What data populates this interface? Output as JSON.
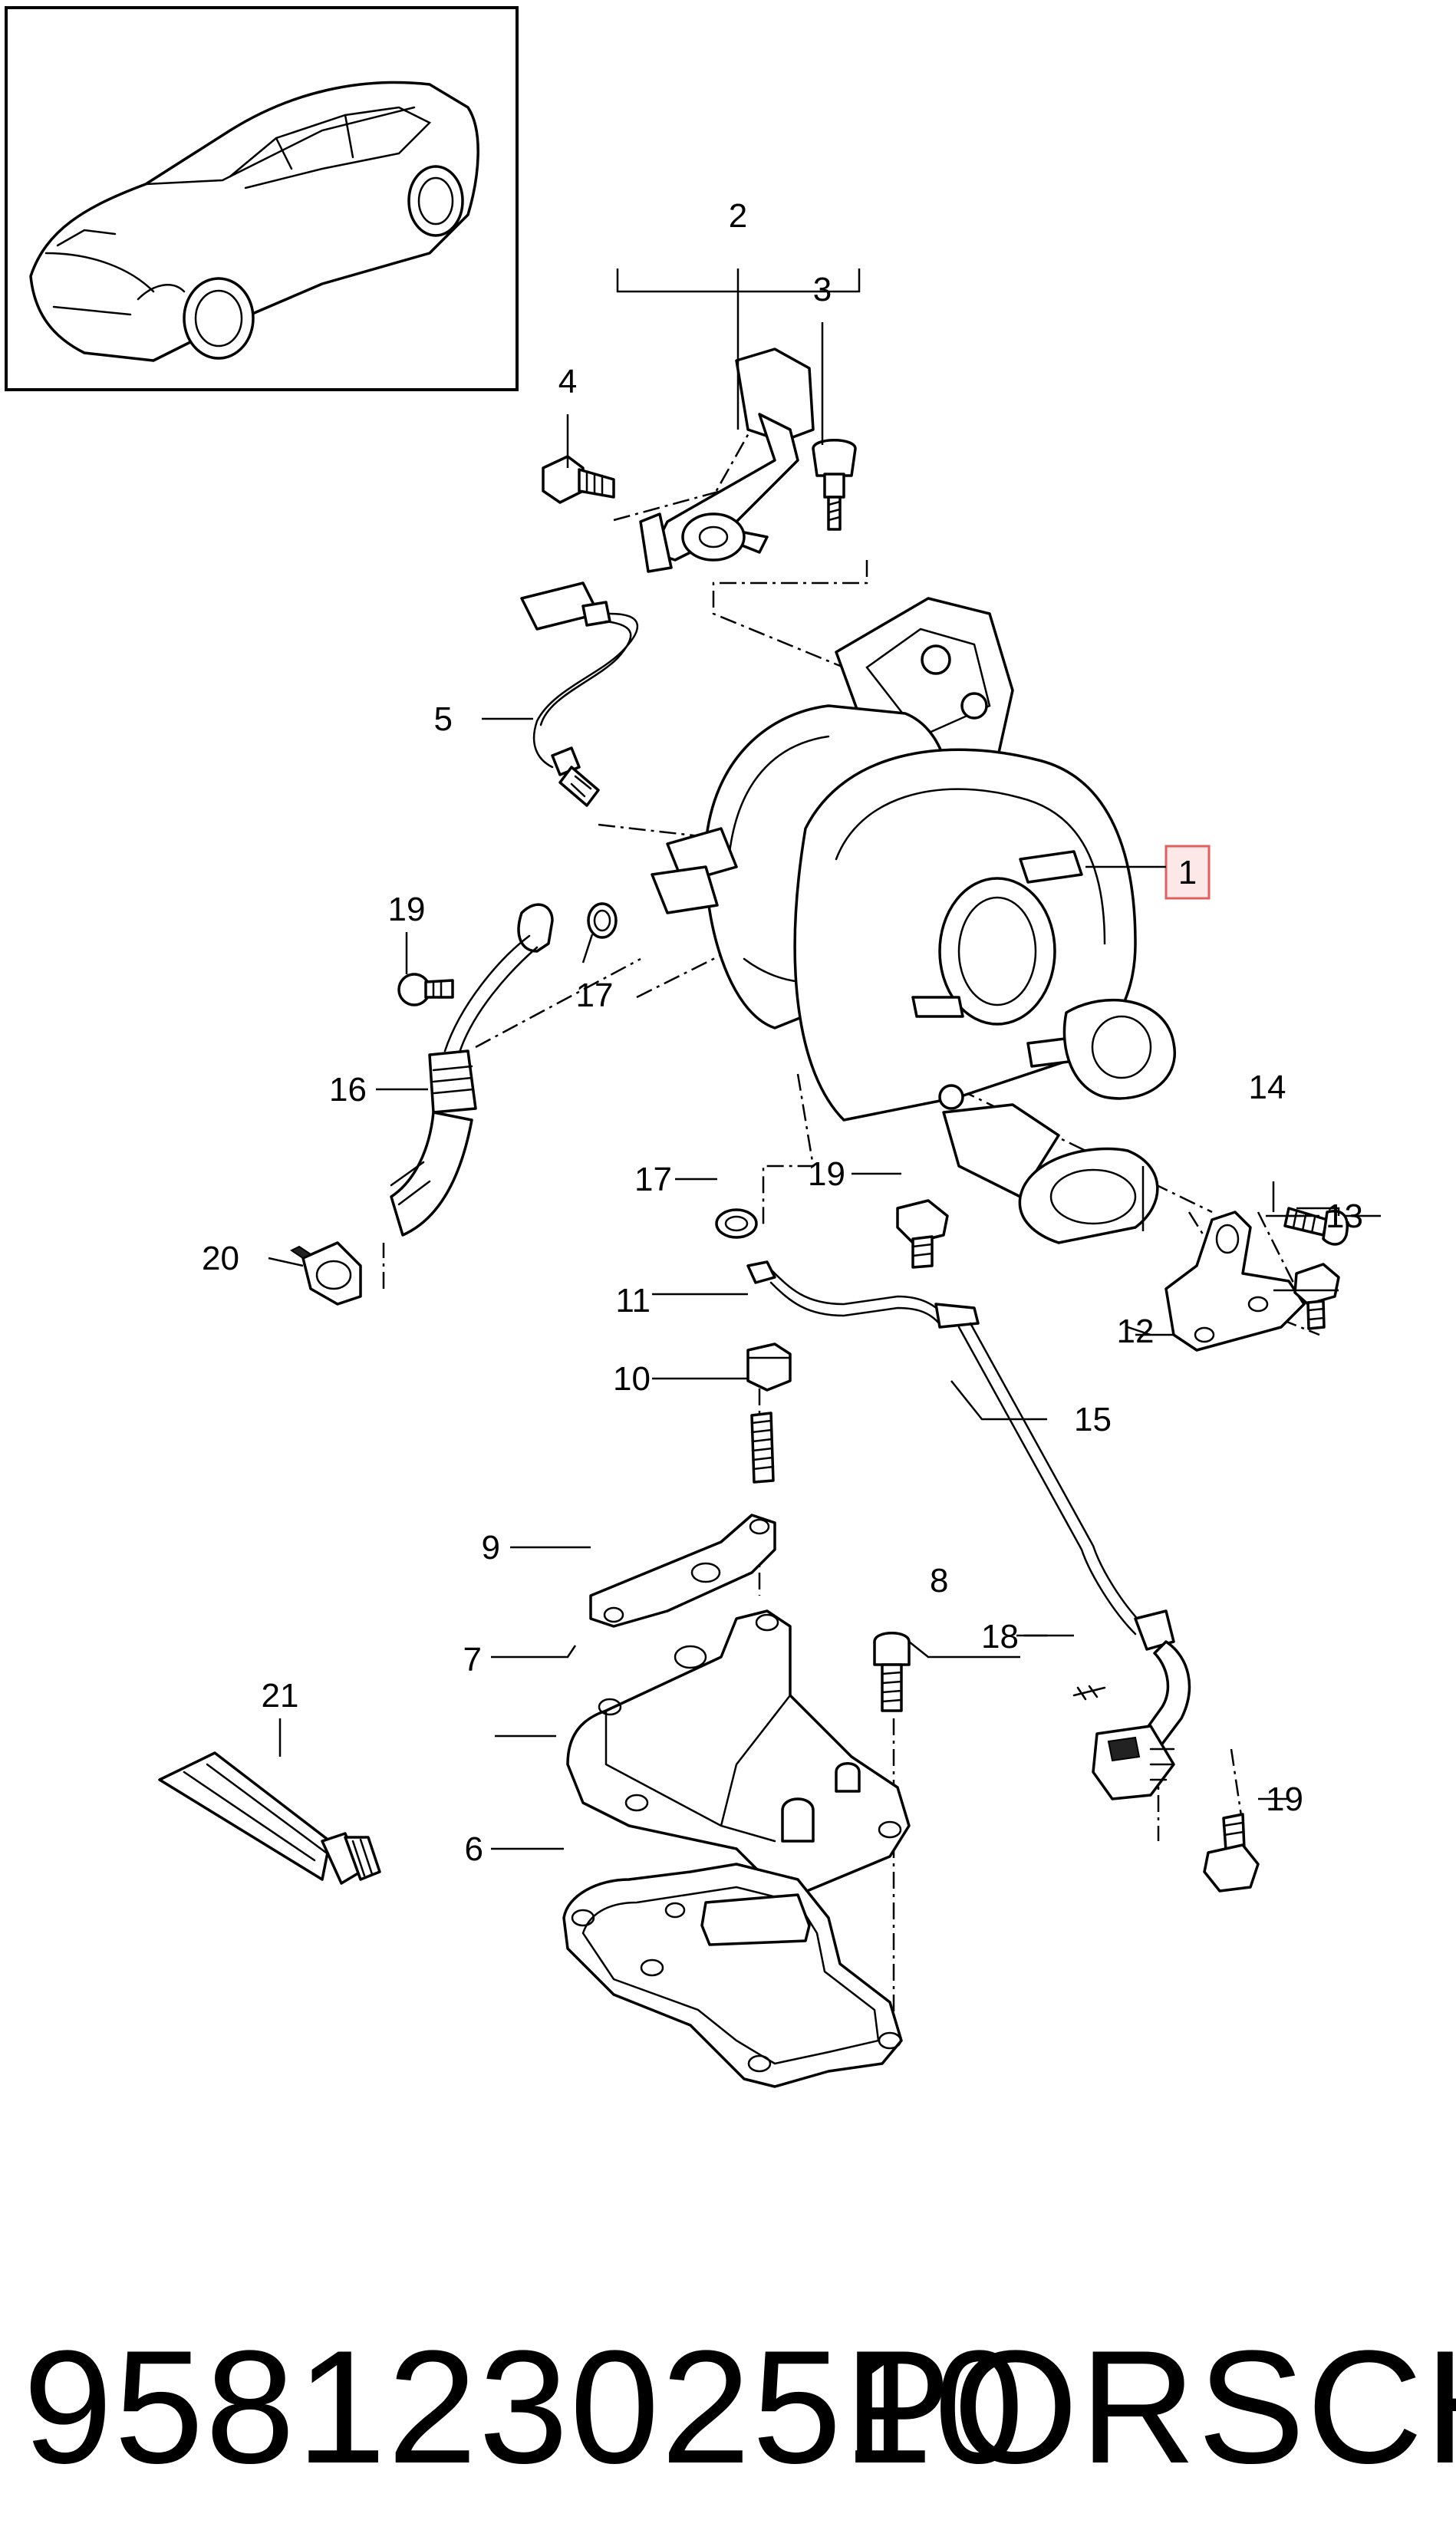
{
  "callouts": {
    "c1": "1",
    "c2": "2",
    "c3": "3",
    "c4": "4",
    "c5": "5",
    "c6": "6",
    "c7": "7",
    "c8": "8",
    "c9": "9",
    "c10": "10",
    "c11": "11",
    "c12": "12",
    "c13": "13",
    "c14": "14",
    "c15": "15",
    "c16": "16",
    "c17a": "17",
    "c17b": "17",
    "c18": "18",
    "c19a": "19",
    "c19b": "19",
    "c19c": "19",
    "c20": "20",
    "c21": "21"
  },
  "footer": {
    "part_number": "95812302510",
    "brand": "PORSCHE"
  },
  "colors": {
    "highlight_border": "#e06060",
    "highlight_fill": "#fde8e8",
    "ink": "#000000"
  }
}
